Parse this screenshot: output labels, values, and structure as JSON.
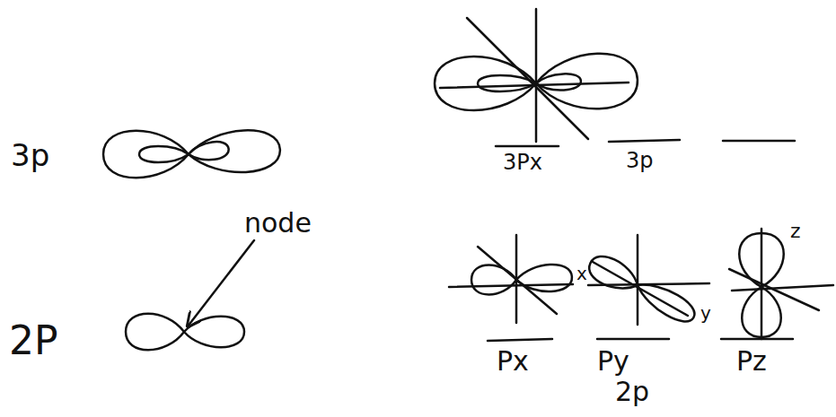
{
  "diagram": {
    "labels": [
      "3p",
      "node",
      "2P",
      "3Px",
      "3p",
      "x",
      "y",
      "z",
      "Px",
      "Py",
      "Pz",
      "2p"
    ]
  }
}
